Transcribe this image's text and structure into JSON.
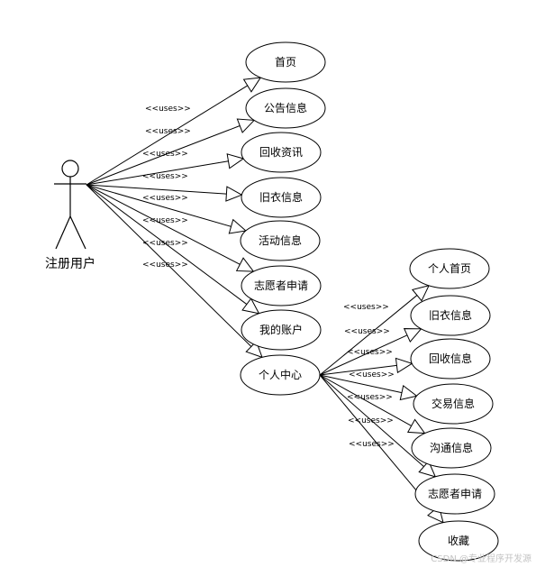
{
  "actor": {
    "name": "注册用户"
  },
  "stereotype": "<<uses>>",
  "main_usecases": [
    "首页",
    "公告信息",
    "回收资讯",
    "旧衣信息",
    "活动信息",
    "志愿者申请",
    "我的账户",
    "个人中心"
  ],
  "sub_usecases": [
    "个人首页",
    "旧衣信息",
    "回收信息",
    "交易信息",
    "沟通信息",
    "志愿者申请",
    "收藏"
  ],
  "watermark": "CSDN @专业程序开发源"
}
